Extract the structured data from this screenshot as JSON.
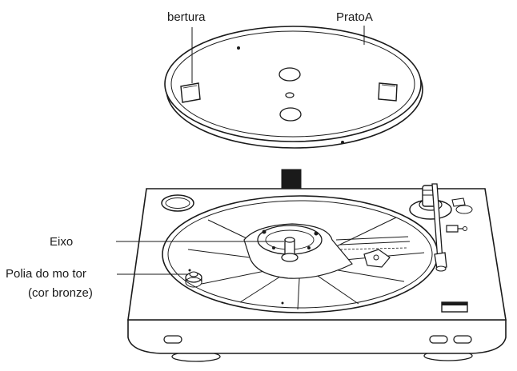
{
  "labels": {
    "opening": "bertura",
    "platter": "PratoA",
    "spindle": "Eixo",
    "pulley_line1": "Polia do mo tor",
    "pulley_line2": "(cor bronze)"
  },
  "colors": {
    "line": "#1a1a1a",
    "background": "#ffffff",
    "arrow": "#1a1a1a"
  },
  "icons": {
    "insert_direction": "down-arrow-icon"
  }
}
